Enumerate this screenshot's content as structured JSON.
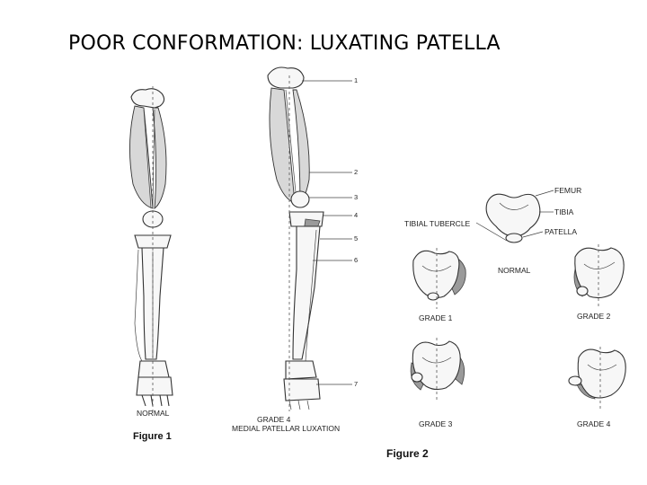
{
  "slide": {
    "title": "POOR CONFORMATION: LUXATING PATELLA"
  },
  "figure1": {
    "caption": "Figure 1",
    "normal_label": "NORMAL",
    "luxation_label_line1": "GRADE 4",
    "luxation_label_line2": "MEDIAL PATELLAR LUXATION",
    "callouts": [
      "1",
      "2",
      "3",
      "4",
      "5",
      "6",
      "7"
    ]
  },
  "figure2": {
    "caption": "Figure 2",
    "labels": {
      "femur": "FEMUR",
      "tibia": "TIBIA",
      "patella": "PATELLA",
      "tibial_tubercle": "TIBIAL TUBERCLE",
      "normal": "NORMAL",
      "grade1": "GRADE 1",
      "grade2": "GRADE 2",
      "grade3": "GRADE 3",
      "grade4": "GRADE 4"
    }
  }
}
